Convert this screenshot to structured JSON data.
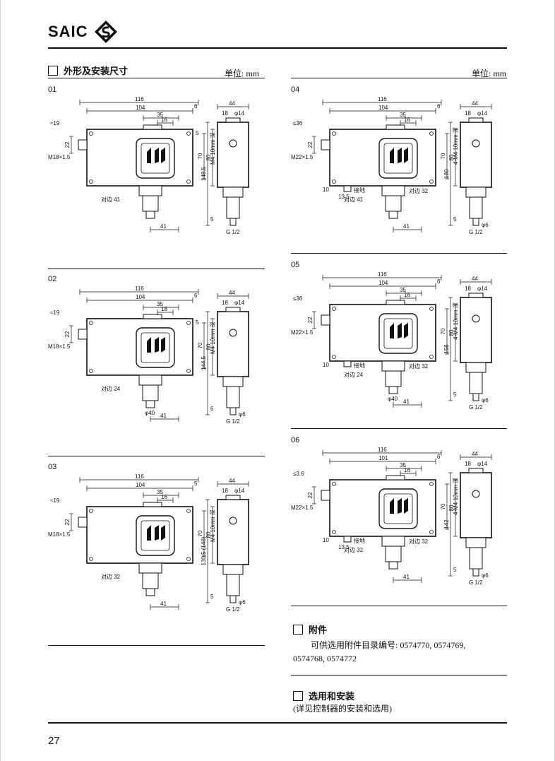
{
  "header": {
    "brand": "SAIC"
  },
  "sections": {
    "dimensions_title": "外形及安装尺寸",
    "unit_left": "单位: mm",
    "unit_right": "单位: mm"
  },
  "variants": [
    {
      "id": "01",
      "w_total": "116",
      "w_body": "104",
      "w_a": "35",
      "w_b": "16",
      "w_c": "6",
      "w_d": "5",
      "h_a": "70",
      "h_b": "80",
      "left_dim": "≈19",
      "left_dim2": "22",
      "thread": "M18×1.5",
      "nut": "对边 41",
      "bottom_w": "41",
      "side_w": "44",
      "side_a": "18",
      "side_b": "φ14",
      "side_h": "148.5",
      "side_rod": "M4 10mm 深",
      "side_g": "G 1/2",
      "side_s": "5"
    },
    {
      "id": "02",
      "w_total": "116",
      "w_body": "104",
      "w_a": "35",
      "w_b": "18",
      "w_c": "6",
      "w_d": "5",
      "h_a": "70",
      "h_b": "80",
      "left_dim": "≈19",
      "left_dim2": "22",
      "thread": "M18×1.5",
      "nut": "对边 24",
      "bottom_w": "41",
      "bottom_d": "φ40",
      "side_w": "44",
      "side_a": "18",
      "side_b": "φ14",
      "side_h": "144.5",
      "side_rod": "M4 10mm 深",
      "side_g": "G 1/2",
      "side_s": "6",
      "side_d": "φ6"
    },
    {
      "id": "03",
      "w_total": "116",
      "w_body": "104",
      "w_a": "35",
      "w_b": "16",
      "w_c": "5",
      "h_a": "70",
      "h_b": "80",
      "left_dim": "≈19",
      "left_dim2": "22",
      "thread": "M18×1.5",
      "nut": "对边 32",
      "bottom_w": "41",
      "side_w": "44",
      "side_a": "18",
      "side_b": "φ14",
      "side_h": "130.5 (140)",
      "side_rod": "M4 10mm 深",
      "side_g": "G 1/2",
      "side_s": "5",
      "side_d": "φ6"
    },
    {
      "id": "04",
      "w_total": "116",
      "w_body": "104",
      "w_a": "35",
      "w_b": "16",
      "w_c": "6",
      "h_a": "70",
      "h_b": "80",
      "left_dim": "≤36",
      "left_dim2": "22",
      "thread": "M22×1.5",
      "nut": "对边 41",
      "nut2": "对边 32",
      "ground": "接地",
      "ground_dim": "13.5",
      "ground_h": "10",
      "bottom_w": "41",
      "side_w": "44",
      "side_a": "18",
      "side_b": "φ14",
      "side_h": "180",
      "side_rod": "4-M4 10mm 深",
      "side_g": "G 1/2",
      "side_s": "5",
      "side_d": "φ6"
    },
    {
      "id": "05",
      "w_total": "116",
      "w_body": "104",
      "w_a": "35",
      "w_b": "16",
      "w_c": "6",
      "h_a": "70",
      "h_b": "80",
      "left_dim": "≤36",
      "left_dim2": "22",
      "thread": "M22×1.5",
      "nut": "对边 24",
      "nut2": "对边 32",
      "ground": "接地",
      "ground_h": "10",
      "bottom_w": "41",
      "bottom_d": "φ40",
      "side_w": "44",
      "side_a": "18",
      "side_b": "φ14",
      "side_h": "156",
      "side_rod": "4-M4 10mm 深",
      "side_g": "G 1/2",
      "side_s": "5",
      "side_d": "φ6"
    },
    {
      "id": "06",
      "w_total": "116",
      "w_body": "101",
      "w_a": "35",
      "w_b": "16",
      "w_c": "6",
      "h_a": "70",
      "h_b": "80",
      "left_dim": "≤3.6",
      "left_dim2": "22",
      "thread": "M22×1.5",
      "nut": "对边 32",
      "nut2": "对边 32",
      "ground": "接地",
      "ground_dim": "13.5",
      "ground_h": "10",
      "bottom_w": "41",
      "side_w": "44",
      "side_a": "18",
      "side_b": "φ14",
      "side_h": "142",
      "side_rod": "4-M4 10mm 深",
      "side_g": "G 1/2",
      "side_s": "5",
      "side_d": "φ6"
    }
  ],
  "accessories": {
    "title": "附件",
    "line1": "可供选用附件目录编号: 0574770, 0574769,",
    "line2": "0574768, 0574772"
  },
  "selection": {
    "title": "选用和安装",
    "note": "(详见控制器的安装和选用)"
  },
  "footer": {
    "page": "27"
  }
}
